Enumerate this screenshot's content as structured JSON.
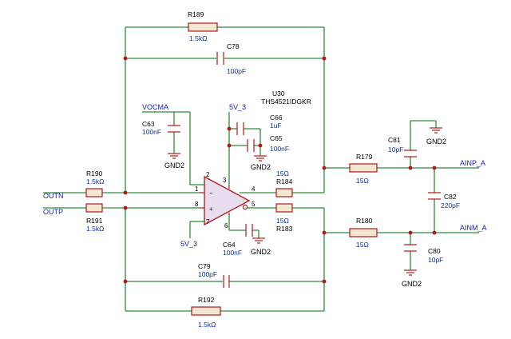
{
  "components": {
    "R189": {
      "ref": "R189",
      "value": "1.5kΩ"
    },
    "C78": {
      "ref": "C78",
      "value": "100pF"
    },
    "U30": {
      "ref": "U30",
      "part": "THS4521IDGKR"
    },
    "VOCMA": {
      "net": "VOCMA"
    },
    "C63": {
      "ref": "C63",
      "value": "100nF"
    },
    "GND_C63": {
      "net": "GND2"
    },
    "V5_top": {
      "net": "5V_3"
    },
    "C66": {
      "ref": "C66",
      "value": "1uF"
    },
    "C65": {
      "ref": "C65",
      "value": "100nF"
    },
    "GND_C65": {
      "net": "GND2"
    },
    "R190": {
      "ref": "R190",
      "value": "1.5kΩ"
    },
    "R191": {
      "ref": "R191",
      "value": "1.5kΩ"
    },
    "R184": {
      "ref": "R184",
      "value": "15Ω"
    },
    "R183": {
      "ref": "R183",
      "value": "15Ω"
    },
    "V5_bottom": {
      "net": "5V_3"
    },
    "C64": {
      "ref": "C64",
      "value": "100nF"
    },
    "GND_C64": {
      "net": "GND2"
    },
    "R179": {
      "ref": "R179",
      "value": "15Ω"
    },
    "R180": {
      "ref": "R180",
      "value": "15Ω"
    },
    "C81": {
      "ref": "C81",
      "value": "10pF"
    },
    "GND_C81": {
      "net": "GND2"
    },
    "C82": {
      "ref": "C82",
      "value": "220pF"
    },
    "C80": {
      "ref": "C80",
      "value": "10pF"
    },
    "GND_C80": {
      "net": "GND2"
    },
    "C79": {
      "ref": "C79",
      "value": "100pF"
    },
    "R192": {
      "ref": "R192",
      "value": "1.5kΩ"
    }
  },
  "nets": {
    "outn": "OUTN",
    "outp": "OUTP",
    "ainp": "AINP_A",
    "ainm": "AINM_A"
  },
  "pins": {
    "p1": "1",
    "p2": "2",
    "p3": "3",
    "p4": "4",
    "p5": "5",
    "p6": "6",
    "p7": "7",
    "p8": "8",
    "minus": "−",
    "plus": "+"
  },
  "colors": {
    "wire": "#2e8b3a",
    "component": "#b01818",
    "value_text": "#1030a0",
    "net_text": "#1a1aa8"
  }
}
